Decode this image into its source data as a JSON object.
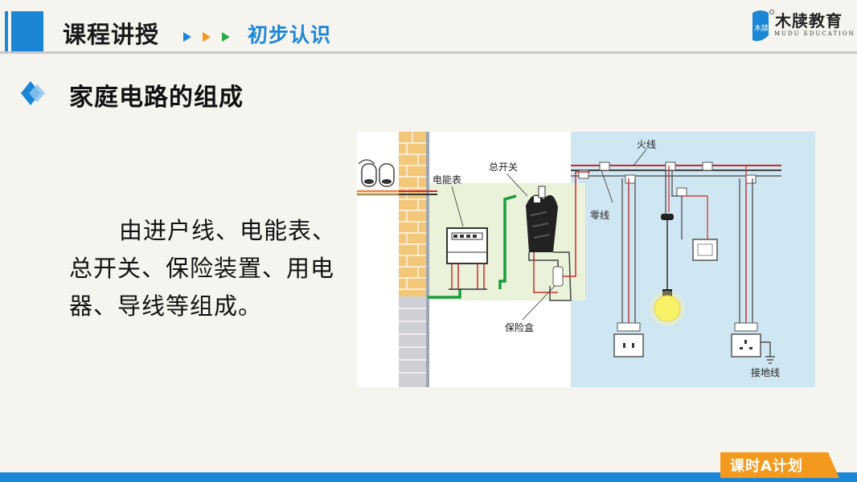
{
  "header": {
    "title": "课程讲授",
    "subtitle": "初步认识"
  },
  "logo": {
    "name_cn": "木牍教育",
    "name_en": "MUDU EDUCATION",
    "mark_text": "木牍"
  },
  "section": {
    "title": "家庭电路的组成"
  },
  "body": {
    "text": "由进户线、电能表、总开关、保险装置、用电器、导线等组成。"
  },
  "diagram": {
    "labels": {
      "live_wire": "火线",
      "main_switch": "总开关",
      "meter": "电能表",
      "neutral_wire": "零线",
      "fuse_box": "保险盒",
      "ground_wire": "接地线"
    }
  },
  "footer": {
    "badge": "课时A计划"
  },
  "colors": {
    "accent": "#1b86d6",
    "badge": "#f39a1e"
  }
}
